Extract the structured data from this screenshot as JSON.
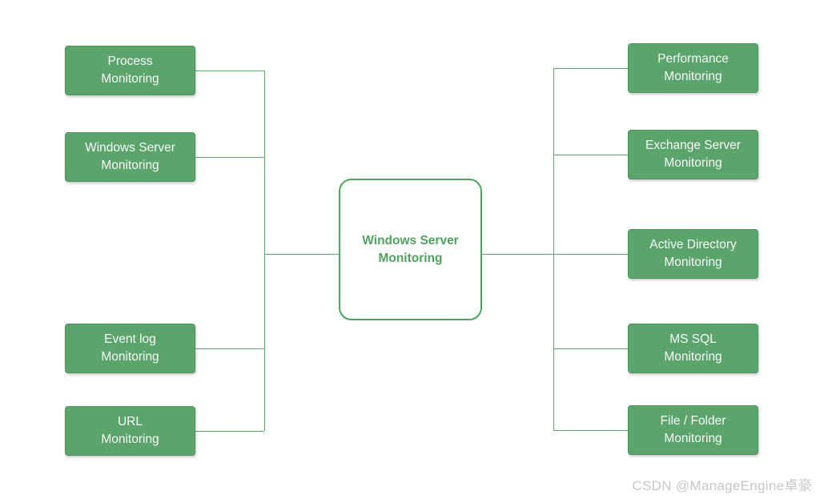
{
  "diagram": {
    "center_node": {
      "label": "Windows Server\nMonitoring"
    },
    "left_nodes": [
      {
        "label": "Process\nMonitoring"
      },
      {
        "label": "Windows Server\nMonitoring"
      },
      {
        "label": "Event log\nMonitoring"
      },
      {
        "label": "URL\nMonitoring"
      }
    ],
    "right_nodes": [
      {
        "label": "Performance\nMonitoring"
      },
      {
        "label": "Exchange Server\nMonitoring"
      },
      {
        "label": "Active Directory\nMonitoring"
      },
      {
        "label": "MS SQL\nMonitoring"
      },
      {
        "label": "File / Folder\nMonitoring"
      }
    ]
  },
  "watermark": {
    "text": "CSDN @ManageEngine卓豪"
  },
  "colors": {
    "node_fill": "#5ba56d",
    "node_border": "#4f9260",
    "node_text": "#f7faf7",
    "center_green": "#4fa35e",
    "connector": "#5fa873",
    "watermark_gray": "#c6c6c6"
  }
}
